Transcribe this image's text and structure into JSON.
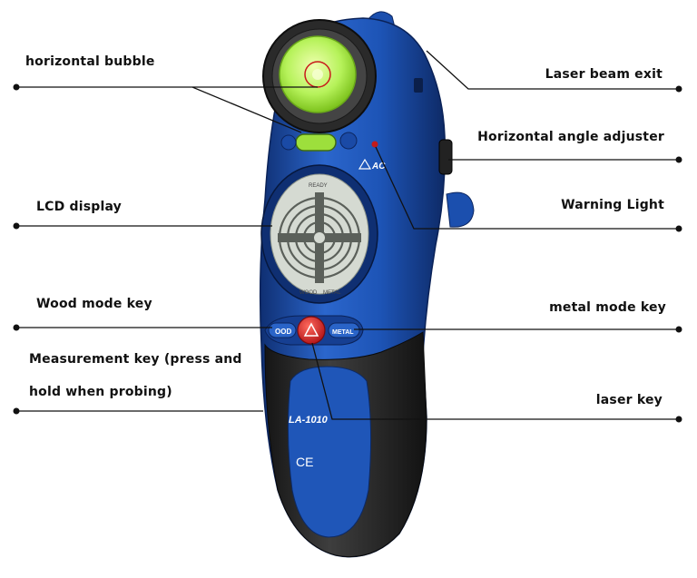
{
  "labels": {
    "horizontal_bubble": "horizontal bubble",
    "lcd_display": "LCD display",
    "wood_mode_key": "Wood mode key",
    "measurement_key_line1": "Measurement key (press and",
    "measurement_key_line2": "hold when probing)",
    "laser_beam_exit": "Laser beam exit",
    "horizontal_angle_adjuster": "Horizontal angle adjuster",
    "warning_light": "Warning Light",
    "metal_mode_key": "metal mode key",
    "laser_key": "laser key"
  },
  "device": {
    "model": "LA-1010",
    "ce_mark": "CE",
    "ready_text": "READY",
    "wood_text": "WOOD",
    "metal_text": "METAL",
    "wood_key_text": "OOD",
    "metal_key_text": "METAL",
    "ac_text": "AC"
  },
  "colors": {
    "body_blue": "#1f56b8",
    "body_dark": "#0f2f72",
    "grip": "#2e2e2e",
    "bubble_green": "#b6f25a",
    "lcd": "#d5dad2",
    "laser_key": "#d8262a",
    "line": "#111111"
  }
}
